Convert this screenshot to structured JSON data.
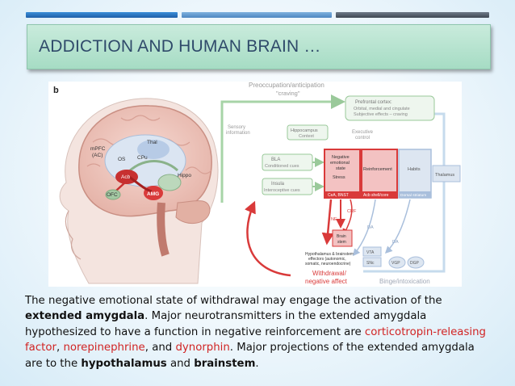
{
  "slide": {
    "title": "ADDICTION AND HUMAN BRAIN …"
  },
  "figure": {
    "panel_label": "b",
    "header": "Preoccupation/anticipation",
    "header_sub": "\"craving\"",
    "prefrontal_title": "Prefrontal cortex:",
    "prefrontal_sub1": "Orbital, medial and cingulate",
    "prefrontal_sub2": "Subjective effects – craving",
    "sensory": "Sensory",
    "information": "information",
    "hippocampus": "Hippocampus",
    "context": "Context",
    "executive": "Executive",
    "control": "control",
    "bla": "BLA",
    "conditioned_cues": "Conditioned cues",
    "insula": "Insula",
    "interoceptive_cues": "Interoceptive cues",
    "negative": "Negative",
    "emotional": "emotional",
    "state": "state",
    "stress": "Stress",
    "cea_bnst": "CeA, BNST",
    "reinforcement": "Reinforcement",
    "acb_shell": "Acb shell/core",
    "habits": "Habits",
    "dorsal_striatum": "Dorsal striatum",
    "thalamus": "Thalamus",
    "crf": "CRF",
    "ne": "NE",
    "brain_stem_1": "Brain",
    "brain_stem_2": "stem",
    "hypo_1": "Hypothalamus & brainstem",
    "hypo_2": "effectors (autonomic,",
    "hypo_3": "somatic, neuroendocrine)",
    "withdrawal_1": "Withdrawal/",
    "withdrawal_2": "negative affect",
    "binge": "Binge/intoxication",
    "vta": "VTA",
    "snc": "SNc",
    "vgp": "VGP",
    "dgp": "DGP",
    "da1": "DA",
    "da2": "DA",
    "brain": {
      "mpfc": "mPFC",
      "ac": "(AC)",
      "thal": "Thal",
      "os": "OS",
      "cpu": "CPu",
      "ofc": "OFC",
      "acb": "Acb",
      "amg": "AMG",
      "hippo": "Hippo"
    }
  },
  "caption": {
    "p1": "The negative emotional state of withdrawal may engage the activation of the ",
    "extended_amygdala": "extended amygdala",
    "p2": ". Major neurotransmitters in the extended amygdala hypothesized to have a function in negative reinforcement are ",
    "crf": "corticotropin-releasing factor",
    "sep1": ", ",
    "ne": "norepinephrine",
    "sep2": ", and ",
    "dyn": "dynorphin",
    "p3": ". Major projections of the extended amygdala are to the ",
    "hypothalamus": "hypothalamus",
    "p4": " and ",
    "brainstem": "brainstem",
    "p5": "."
  },
  "colors": {
    "accent_red": "#d12424",
    "title_bar_green": "#b6e3cf",
    "diagram_green": "#8dc28d",
    "diagram_red": "#d93a3a"
  }
}
